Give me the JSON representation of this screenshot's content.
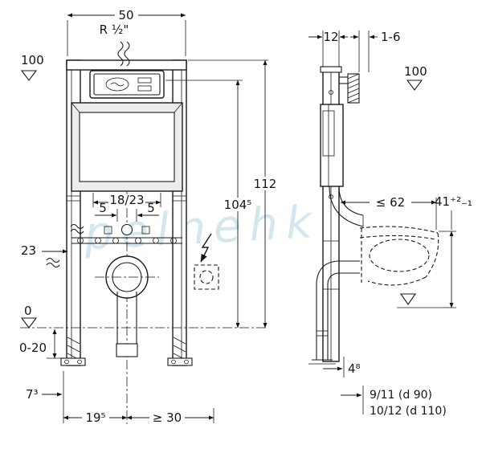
{
  "watermark": "pelnehk",
  "front_view": {
    "dim_width": "50",
    "water_connection": "R ½\"",
    "level_top": "100",
    "dim_height_total": "112",
    "dim_height_actuation": "104⁵",
    "dim_cistern": "18/23",
    "dim_offset_left": "5",
    "dim_offset_right": "5",
    "dim_rail": "23",
    "level_zero": "0",
    "dim_foot_range": "0-20",
    "dim_foot_offset": "7³",
    "dim_outlet_offset": "19⁵",
    "dim_clearance": "≥ 30"
  },
  "side_view": {
    "dim_depth": "12",
    "dim_finish": "1-6",
    "level_top": "100",
    "dim_bowl_depth": "≤ 62",
    "dim_bowl_height": "41⁺²₋₁",
    "dim_pipe_offset": "4⁸",
    "dim_drain_90": "9/11 (d 90)",
    "dim_drain_110": "10/12 (d 110)"
  }
}
